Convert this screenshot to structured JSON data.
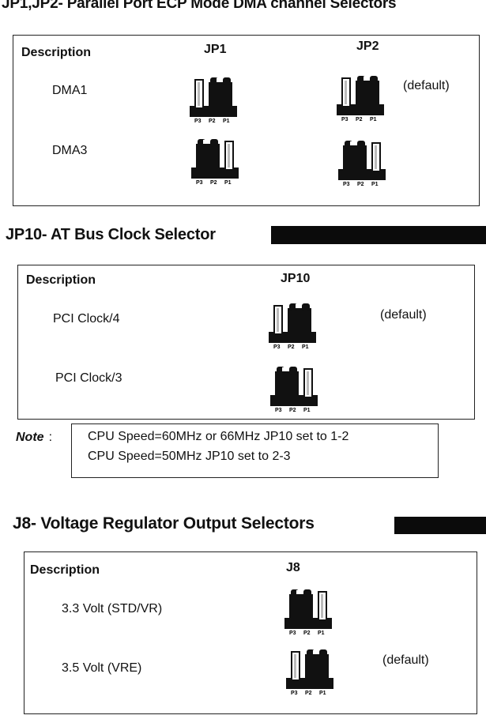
{
  "section1": {
    "title": "JP1,JP2- Parallel Port ECP Mode DMA channel Selectors",
    "col_description": "Description",
    "col_a": "JP1",
    "col_b": "JP2",
    "rows": [
      {
        "label": "DMA1",
        "note": "(default)"
      },
      {
        "label": "DMA3"
      }
    ]
  },
  "section2": {
    "title": "JP10- AT Bus Clock Selector",
    "col_description": "Description",
    "col_a": "JP10",
    "rows": [
      {
        "label": "PCI Clock/4",
        "note": "(default)"
      },
      {
        "label": "PCI Clock/3"
      }
    ],
    "note_label": "Note",
    "note_colon": ":",
    "note_lines": [
      "CPU Speed=60MHz or 66MHz JP10 set to 1-2",
      "CPU Speed=50MHz JP10 set to 2-3"
    ]
  },
  "section3": {
    "title": "J8- Voltage Regulator Output Selectors",
    "col_description": "Description",
    "col_a": "J8",
    "rows": [
      {
        "label": "3.3 Volt (STD/VR)"
      },
      {
        "label": "3.5 Volt (VRE)",
        "note": "(default)"
      }
    ]
  },
  "pin_labels": [
    "P3",
    "P2",
    "P1"
  ]
}
